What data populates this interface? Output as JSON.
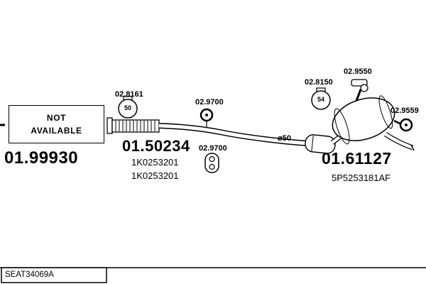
{
  "colors": {
    "line": "#000000",
    "background": "#ffffff"
  },
  "not_available": {
    "line1": "NOT",
    "line2": "AVAILABLE"
  },
  "left": {
    "part_number": "01.99930"
  },
  "center": {
    "part_number": "01.50234",
    "ref1": "1K0253201",
    "ref2": "1K0253201"
  },
  "right": {
    "part_number": "01.61127",
    "ref": "5P5253181AF"
  },
  "fittings": {
    "clamp_front": {
      "label": "02.8161",
      "size": "50"
    },
    "ring_top": {
      "label": "02.9700"
    },
    "hanger_bottom": {
      "label": "02.9700"
    },
    "clamp_rear": {
      "label": "02.8150",
      "size": "54"
    },
    "bracket_top": {
      "label": "02.9550"
    },
    "ring_rear": {
      "label": "02.9559"
    }
  },
  "pipe": {
    "diameter_label": "ø50"
  },
  "footer": {
    "drawing_code": "SEAT34069A"
  }
}
